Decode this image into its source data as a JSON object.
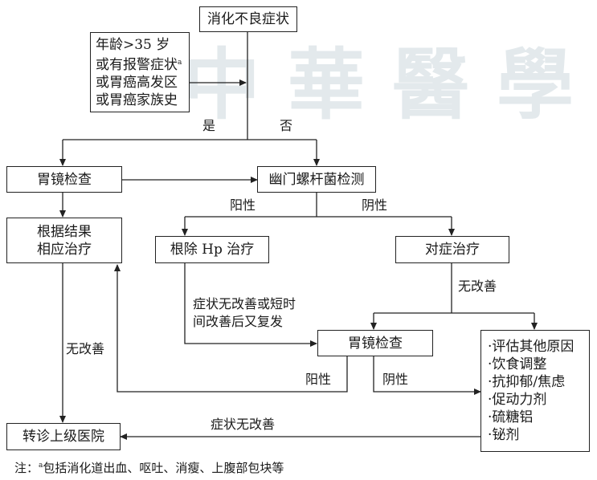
{
  "boxes": {
    "dyspepsia": "消化不良症状",
    "risk": [
      "年龄>35 岁",
      "或有报警症状",
      "或胃癌高发区",
      "或胃癌家族史"
    ],
    "risk_mark": "a",
    "gastroscopy1": "胃镜检查",
    "hp_test": "幽门螺杆菌检测",
    "treat_result": [
      "根据结果",
      "相应治疗"
    ],
    "eradicate": "根除 Hp 治疗",
    "symptomatic": "对症治疗",
    "gastroscopy2": "胃镜检查",
    "options": [
      "·评估其他原因",
      "·饮食调整",
      "·抗抑郁/焦虑",
      "·促动力剂",
      "·硫糖铝",
      "·铋剂"
    ],
    "referral": "转诊上级医院"
  },
  "labels": {
    "yes": "是",
    "no": "否",
    "positive1": "阳性",
    "negative1": "阴性",
    "no_improve1": "无改善",
    "no_improve2": "无改善",
    "relapse": [
      "症状无改善或短时",
      "间改善后又复发"
    ],
    "positive2": "阳性",
    "negative2": "阴性",
    "no_improve3": "症状无改善"
  },
  "footnote": {
    "prefix": "注：",
    "mark": "a",
    "text": "包括消化道出血、呕吐、消瘦、上腹部包块等"
  },
  "watermark": "中華醫學"
}
